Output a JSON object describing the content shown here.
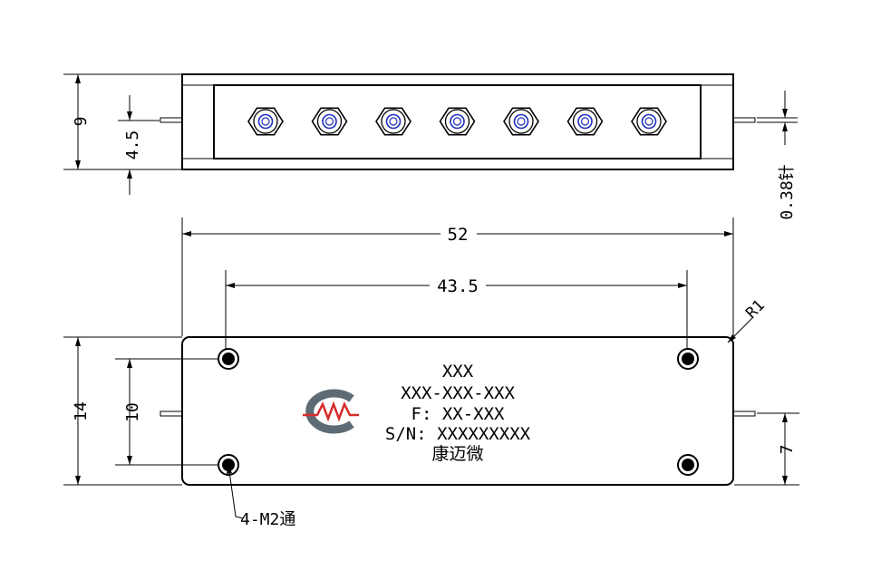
{
  "dimensions": {
    "top_height": "9",
    "top_half": "4.5",
    "pin_diameter": "0.38针",
    "total_length": "52",
    "hole_spacing_x": "43.5",
    "corner_radius": "R1",
    "body_height": "14",
    "hole_spacing_y": "10",
    "pin_offset": "7",
    "mount_holes": "4-M2通"
  },
  "label": {
    "line1": "XXX",
    "line2": "XXX-XXX-XXX",
    "line3": "F: XX-XXX",
    "line4": "S/N: XXXXXXXXX",
    "line5": "康迈微"
  },
  "connectors": {
    "count": 7
  },
  "colors": {
    "line": "#000000",
    "connector_inner": "#1f2fbf",
    "logo_grey": "#5f6b74",
    "logo_red": "#d62b2b"
  },
  "icons": {
    "logo": "company-logo-icon"
  }
}
